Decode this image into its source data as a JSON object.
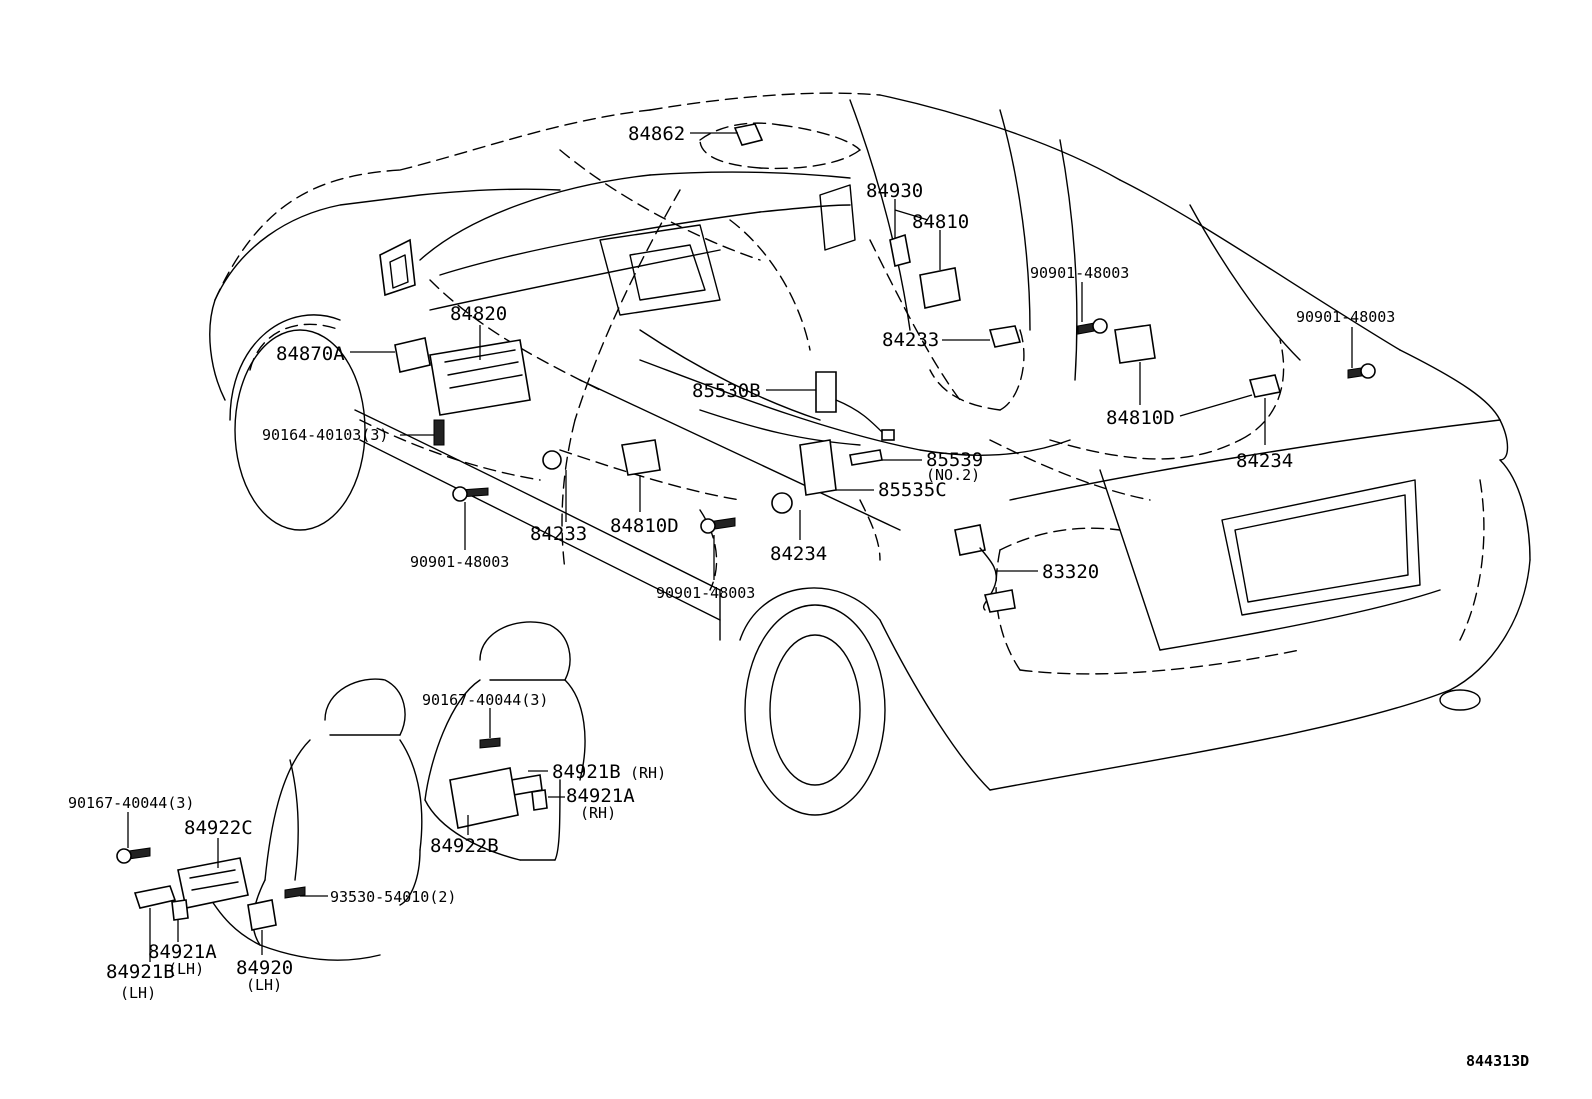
{
  "labels": {
    "p84862": "84862",
    "p84930": "84930",
    "p84810": "84810",
    "p90901_a": "90901-48003",
    "p90901_b": "90901-48003",
    "p84820": "84820",
    "p84870A": "84870A",
    "p84233_a": "84233",
    "p85530B": "85530B",
    "p84810D_a": "84810D",
    "p90164": "90164-40103(3)",
    "p85539": "85539",
    "p85539_sub": "(NO.2)",
    "p84234_a": "84234",
    "p85535C": "85535C",
    "p84233_b": "84233",
    "p84810D_b": "84810D",
    "p90901_c": "90901-48003",
    "p84234_b": "84234",
    "p90901_d": "90901-48003",
    "p83320": "83320",
    "p90167_a": "90167-40044(3)",
    "p84921B_rh": "84921B",
    "p84921B_rh_sub": "(RH)",
    "p84921A_rh": "84921A",
    "p84921A_rh_sub": "(RH)",
    "p84922B": "84922B",
    "p90167_b": "90167-40044(3)",
    "p84922C": "84922C",
    "p93530": "93530-54010(2)",
    "p84921A_lh": "84921A",
    "p84921A_lh_sub": "(LH)",
    "p84920": "84920",
    "p84920_sub": "(LH)",
    "p84921B_lh": "84921B",
    "p84921B_lh_sub": "(LH)",
    "drawing_code": "844313D"
  }
}
